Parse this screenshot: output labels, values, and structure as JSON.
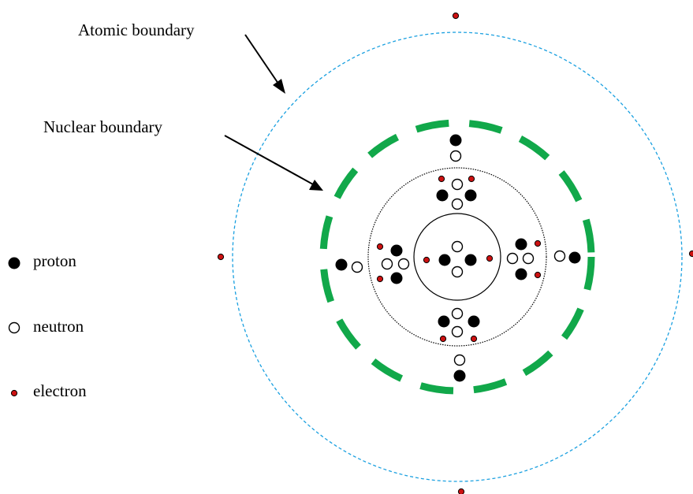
{
  "labels": {
    "atomic_boundary": "Atomic boundary",
    "nuclear_boundary": "Nuclear boundary"
  },
  "legend": {
    "proton": "proton",
    "neutron": "neutron",
    "electron": "electron"
  },
  "colors": {
    "proton": "#000000",
    "neutron": "#ffffff",
    "electron": "#cc1111",
    "atomic_boundary": "#1aa0e0",
    "nuclear_boundary": "#11a84a",
    "shell": "#000000",
    "background": "#ffffff"
  }
}
